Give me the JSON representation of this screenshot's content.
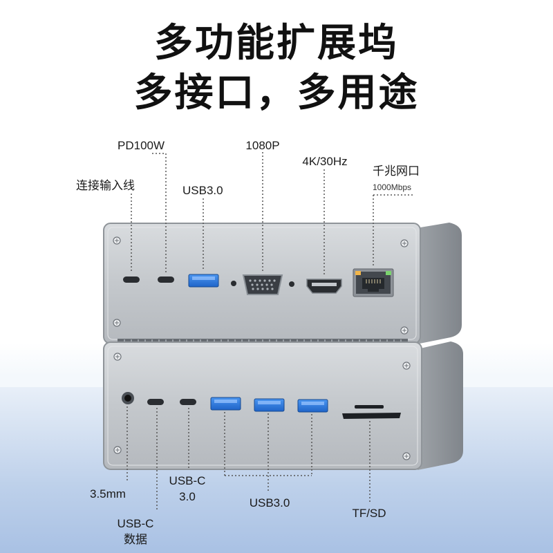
{
  "headline": {
    "line1": "多功能扩展坞",
    "line2": "多接口，多用途"
  },
  "top_labels": {
    "input": "连接输入线",
    "pd": "PD100W",
    "usb": "USB3.0",
    "vga": "1080P",
    "hdmi": "4K/30Hz",
    "lan_title": "千兆网口",
    "lan_speed": "1000Mbps"
  },
  "bottom_labels": {
    "audio": "3.5mm",
    "usbc_data_1": "USB-C",
    "usbc_data_2": "数据",
    "usbc3_1": "USB-C",
    "usbc3_2": "3.0",
    "usb3": "USB3.0",
    "tfsd": "TF/SD"
  },
  "colors": {
    "usb_port_blue": "#2f7fe0",
    "aluminum": "#c7cbd0"
  }
}
